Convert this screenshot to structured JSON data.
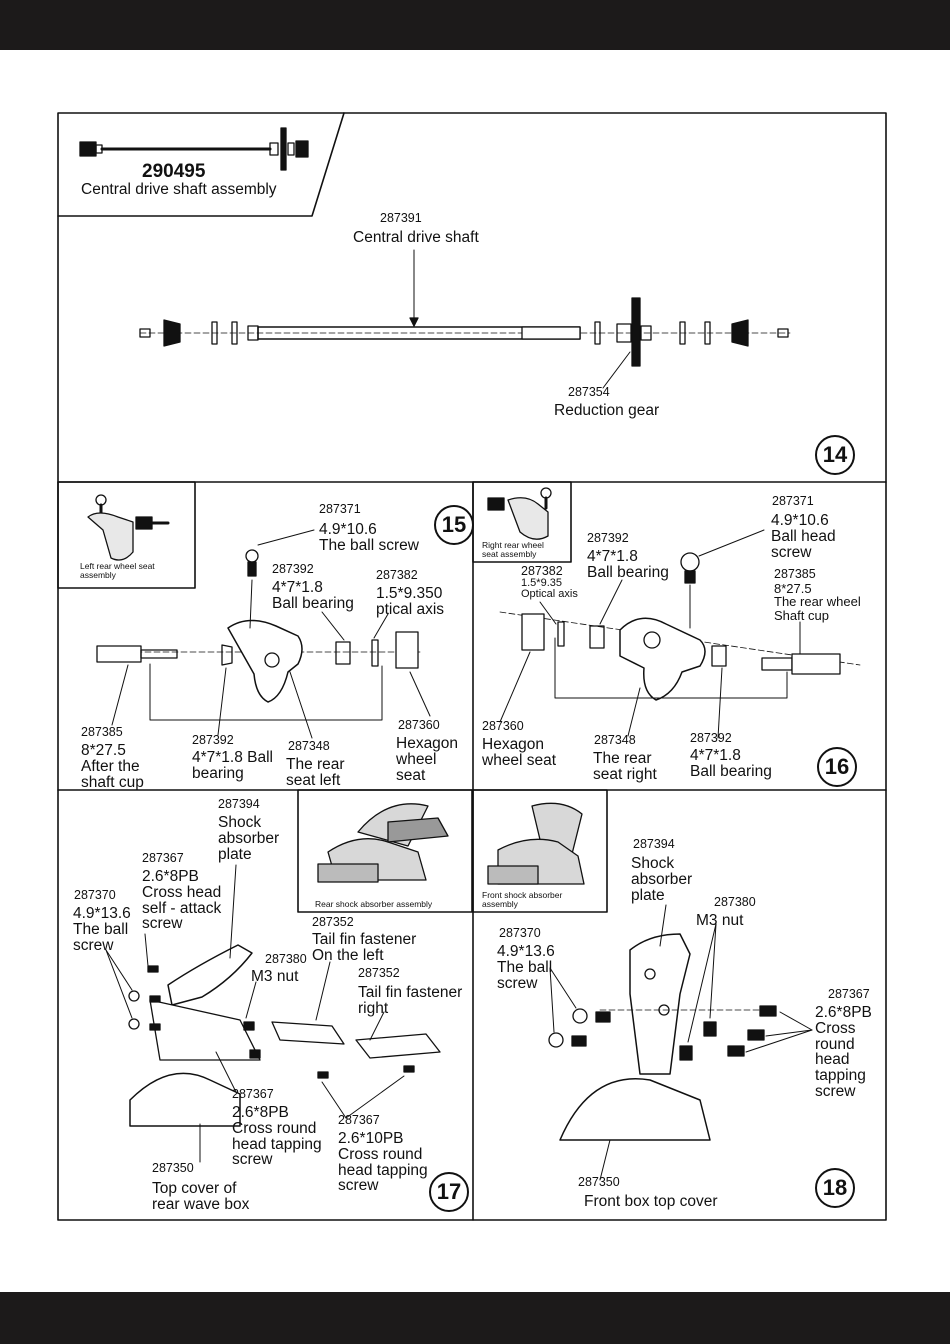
{
  "page": {
    "background": "#ffffff",
    "bar_color": "#1c1a1a",
    "line_color": "#111111"
  },
  "header_box": {
    "code": "290495",
    "name": "Central drive shaft assembly"
  },
  "step14": {
    "number": "14",
    "shaft": {
      "code": "287391",
      "name": "Central drive shaft"
    },
    "gear": {
      "code": "287354",
      "name": "Reduction gear"
    }
  },
  "step15": {
    "number": "15",
    "inset_caption": "Left rear wheel seat\nassembly",
    "labels": [
      {
        "code": "287371",
        "name": "4.9*10.6\nThe ball screw"
      },
      {
        "code": "287392",
        "name": "4*7*1.8\nBall bearing"
      },
      {
        "code": "287382",
        "name": "1.5*9.350\nptical axis"
      },
      {
        "code": "287385",
        "name": "8*27.5\nAfter the\nshaft cup"
      },
      {
        "code": "287392",
        "name": "4*7*1.8 Ball\nbearing"
      },
      {
        "code": "287348",
        "name": "The rear\nseat left"
      },
      {
        "code": "287360",
        "name": "Hexagon\nwheel\nseat"
      }
    ]
  },
  "step16": {
    "number": "16",
    "inset_caption": "Right rear wheel\nseat assembly",
    "labels": [
      {
        "code": "287371",
        "name": "4.9*10.6\nBall head\nscrew"
      },
      {
        "code": "287392",
        "name": "4*7*1.8\nBall bearing"
      },
      {
        "code": "287382",
        "name": "1.5*9.35\nOptical axis"
      },
      {
        "code": "287385",
        "name": "8*27.5\nThe rear wheel\nShaft cup"
      },
      {
        "code": "287360",
        "name": "Hexagon\nwheel seat"
      },
      {
        "code": "287348",
        "name": "The rear\nseat right"
      },
      {
        "code": "287392",
        "name": "4*7*1.8\nBall bearing"
      }
    ]
  },
  "step17": {
    "number": "17",
    "inset_caption": "Rear shock absorber assembly",
    "labels": [
      {
        "code": "287394",
        "name": "Shock\nabsorber\nplate"
      },
      {
        "code": "287367",
        "name": "2.6*8PB\nCross head\nself - attack\nscrew"
      },
      {
        "code": "287370",
        "name": "4.9*13.6\nThe ball\nscrew"
      },
      {
        "code": "287352",
        "name": "Tail fin fastener\nOn the left"
      },
      {
        "code": "287380",
        "name": "M3 nut"
      },
      {
        "code": "287352",
        "name": "Tail fin fastener\nright"
      },
      {
        "code": "287367",
        "name": "2.6*8PB\nCross round\nhead tapping\nscrew"
      },
      {
        "code": "287367",
        "name": "2.6*10PB\nCross round\nhead tapping\nscrew"
      },
      {
        "code": "287350",
        "name": "Top cover of\nrear wave box"
      }
    ]
  },
  "step18": {
    "number": "18",
    "inset_caption": "Front shock absorber\nassembly",
    "labels": [
      {
        "code": "287394",
        "name": "Shock\nabsorber\nplate"
      },
      {
        "code": "287380",
        "name": "M3 nut"
      },
      {
        "code": "287370",
        "name": "4.9*13.6\nThe ball\nscrew"
      },
      {
        "code": "287367",
        "name": "2.6*8PB\nCross\nround\nhead\ntapping\nscrew"
      },
      {
        "code": "287350",
        "name": "Front box top cover"
      }
    ]
  }
}
